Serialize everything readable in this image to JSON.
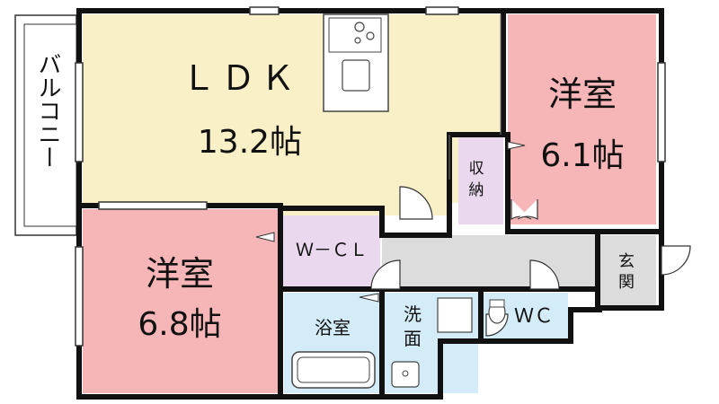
{
  "rooms": {
    "ldk": {
      "name": "ＬＤＫ",
      "size": "13.2帖",
      "color": "#faf0c8"
    },
    "western_top": {
      "name": "洋室",
      "size": "6.1帖",
      "color": "#f6b6b8"
    },
    "western_bottom": {
      "name": "洋室",
      "size": "6.8帖",
      "color": "#f6b6b8"
    },
    "storage": {
      "name_line1": "収",
      "name_line2": "納",
      "color": "#ead8ef"
    },
    "wcl": {
      "name": "Ｗ－ＣＬ",
      "color": "#ead8ef"
    },
    "bath": {
      "name": "浴室",
      "color": "#d3ecf8"
    },
    "washroom": {
      "name_line1": "洗",
      "name_line2": "面",
      "color": "#d3ecf8"
    },
    "toilet": {
      "name": "ＷＣ",
      "color": "#d3ecf8"
    },
    "entrance": {
      "name_line1": "玄",
      "name_line2": "関",
      "color": "#dcdcdc"
    },
    "hall": {
      "color": "#dcdcdc"
    }
  },
  "balcony": {
    "name": "バルコニー"
  },
  "colors": {
    "wall": "#111111",
    "fixture": "#555555"
  }
}
